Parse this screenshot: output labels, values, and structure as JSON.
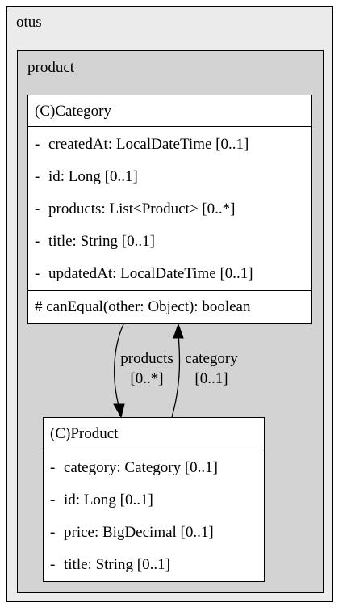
{
  "packages": {
    "outer": {
      "name": "otus"
    },
    "inner": {
      "name": "product"
    }
  },
  "classes": {
    "category": {
      "title": "(C)Category",
      "attributes": [
        {
          "vis": "-",
          "text": "createdAt: LocalDateTime [0..1]"
        },
        {
          "vis": "-",
          "text": "id: Long [0..1]"
        },
        {
          "vis": "-",
          "text": "products: List<Product> [0..*]"
        },
        {
          "vis": "-",
          "text": "title: String [0..1]"
        },
        {
          "vis": "-",
          "text": "updatedAt: LocalDateTime [0..1]"
        }
      ],
      "methods": [
        {
          "text": "# canEqual(other: Object): boolean"
        }
      ]
    },
    "product": {
      "title": "(C)Product",
      "attributes": [
        {
          "vis": "-",
          "text": "category: Category [0..1]"
        },
        {
          "vis": "-",
          "text": "id: Long [0..1]"
        },
        {
          "vis": "-",
          "text": "price: BigDecimal [0..1]"
        },
        {
          "vis": "-",
          "text": "title: String [0..1]"
        }
      ]
    }
  },
  "edges": {
    "products": {
      "role": "products",
      "multiplicity": "[0..*]"
    },
    "category": {
      "role": "category",
      "multiplicity": "[0..1]"
    }
  }
}
